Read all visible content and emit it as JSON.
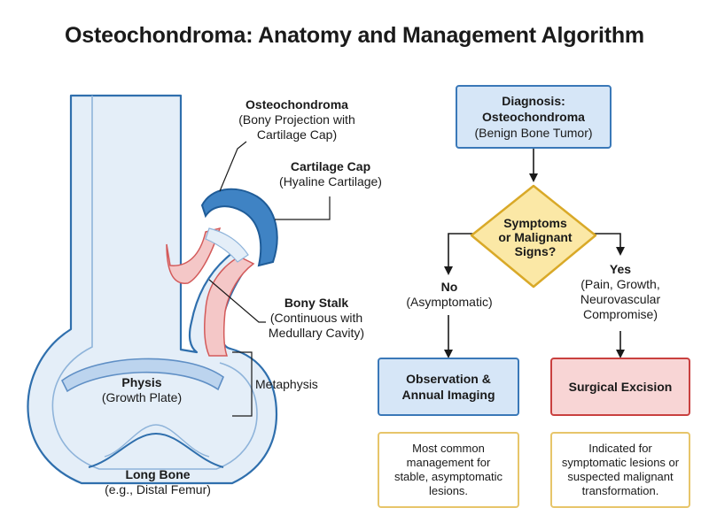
{
  "title": "Osteochondroma: Anatomy and Management Algorithm",
  "anatomy": {
    "osteochondroma": {
      "name": "Osteochondroma",
      "desc": "(Bony Projection with Cartilage Cap)"
    },
    "cartilage_cap": {
      "name": "Cartilage Cap",
      "desc": "(Hyaline Cartilage)"
    },
    "bony_stalk": {
      "name": "Bony Stalk",
      "desc": "(Continuous with Medullary Cavity)"
    },
    "metaphysis": "Metaphysis",
    "physis": {
      "name": "Physis",
      "desc": "(Growth Plate)"
    },
    "long_bone": {
      "name": "Long Bone",
      "desc": "(e.g., Distal Femur)"
    }
  },
  "algorithm": {
    "diagnosis": {
      "line1": "Diagnosis:",
      "line2": "Osteochondroma",
      "line3": "(Benign Bone Tumor)"
    },
    "decision": {
      "line1": "Symptoms",
      "line2": "or Malignant",
      "line3": "Signs?"
    },
    "no_branch": {
      "label": "No",
      "desc": "(Asymptomatic)"
    },
    "yes_branch": {
      "label": "Yes",
      "desc1": "(Pain, Growth,",
      "desc2": "Neurovascular",
      "desc3": "Compromise)"
    },
    "observation": {
      "line1": "Observation &",
      "line2": "Annual Imaging"
    },
    "surgery": {
      "line1": "Surgical Excision"
    },
    "observation_note": {
      "line1": "Most common",
      "line2": "management for",
      "line3": "stable, asymptomatic",
      "line4": "lesions."
    },
    "surgery_note": {
      "line1": "Indicated for",
      "line2": "symptomatic lesions or",
      "line3": "suspected malignant",
      "line4": "transformation."
    }
  },
  "colors": {
    "bone_fill": "#e4eef8",
    "bone_outline": "#2f6fad",
    "cap_fill": "#3f83c4",
    "stalk_fill": "#f4c7c7",
    "box_blue": "#d6e6f7",
    "box_red": "#f8d5d5",
    "decision_fill": "#fbe8a6",
    "decision_outline": "#d9a928"
  }
}
